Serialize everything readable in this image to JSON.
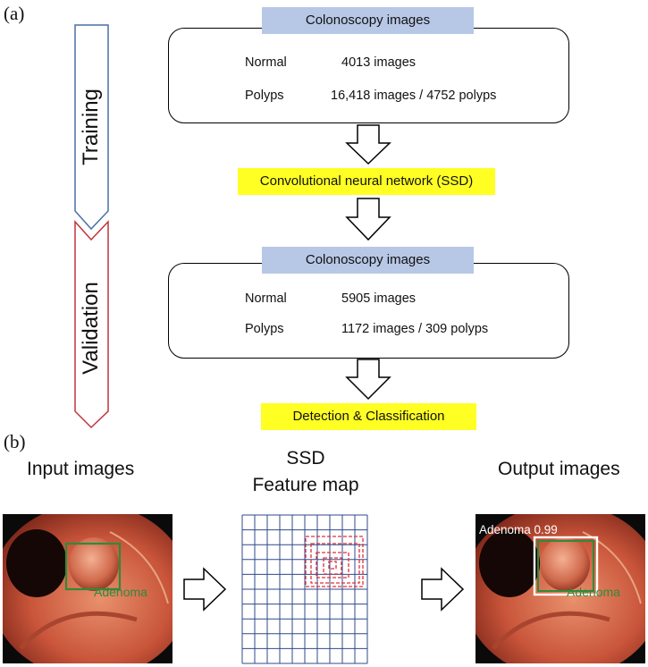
{
  "panel_a_label": "(a)",
  "panel_b_label": "(b)",
  "training_label": "Training",
  "validation_label": "Validation",
  "training_box": {
    "header": "Colonoscopy images",
    "rows": [
      {
        "name": "Normal",
        "value": "4013 images"
      },
      {
        "name": "Polyps",
        "value": "16,418 images / 4752 polyps"
      }
    ]
  },
  "cnn_label": "Convolutional neural network (SSD)",
  "validation_box": {
    "header": "Colonoscopy images",
    "rows": [
      {
        "name": "Normal",
        "value": "5905 images"
      },
      {
        "name": "Polyps",
        "value": "1172 images / 309 polyps"
      }
    ]
  },
  "detection_label": "Detection & Classification",
  "panel_b": {
    "input_title": "Input images",
    "ssd_title": "SSD",
    "feature_map_title": "Feature map",
    "output_title": "Output images",
    "input_box_label": "Adenoma",
    "output_score_label": "Adenoma 0.99",
    "output_box_label": "Adenoma"
  },
  "colors": {
    "header_blue": "#b7c7e6",
    "highlight_yellow": "#ffff24",
    "training_arrow": "#4a6fa5",
    "validation_arrow": "#c0353a",
    "grid_blue": "#2f4a8a",
    "feature_red": "#e0303a",
    "detection_green": "#2f8a3a"
  }
}
